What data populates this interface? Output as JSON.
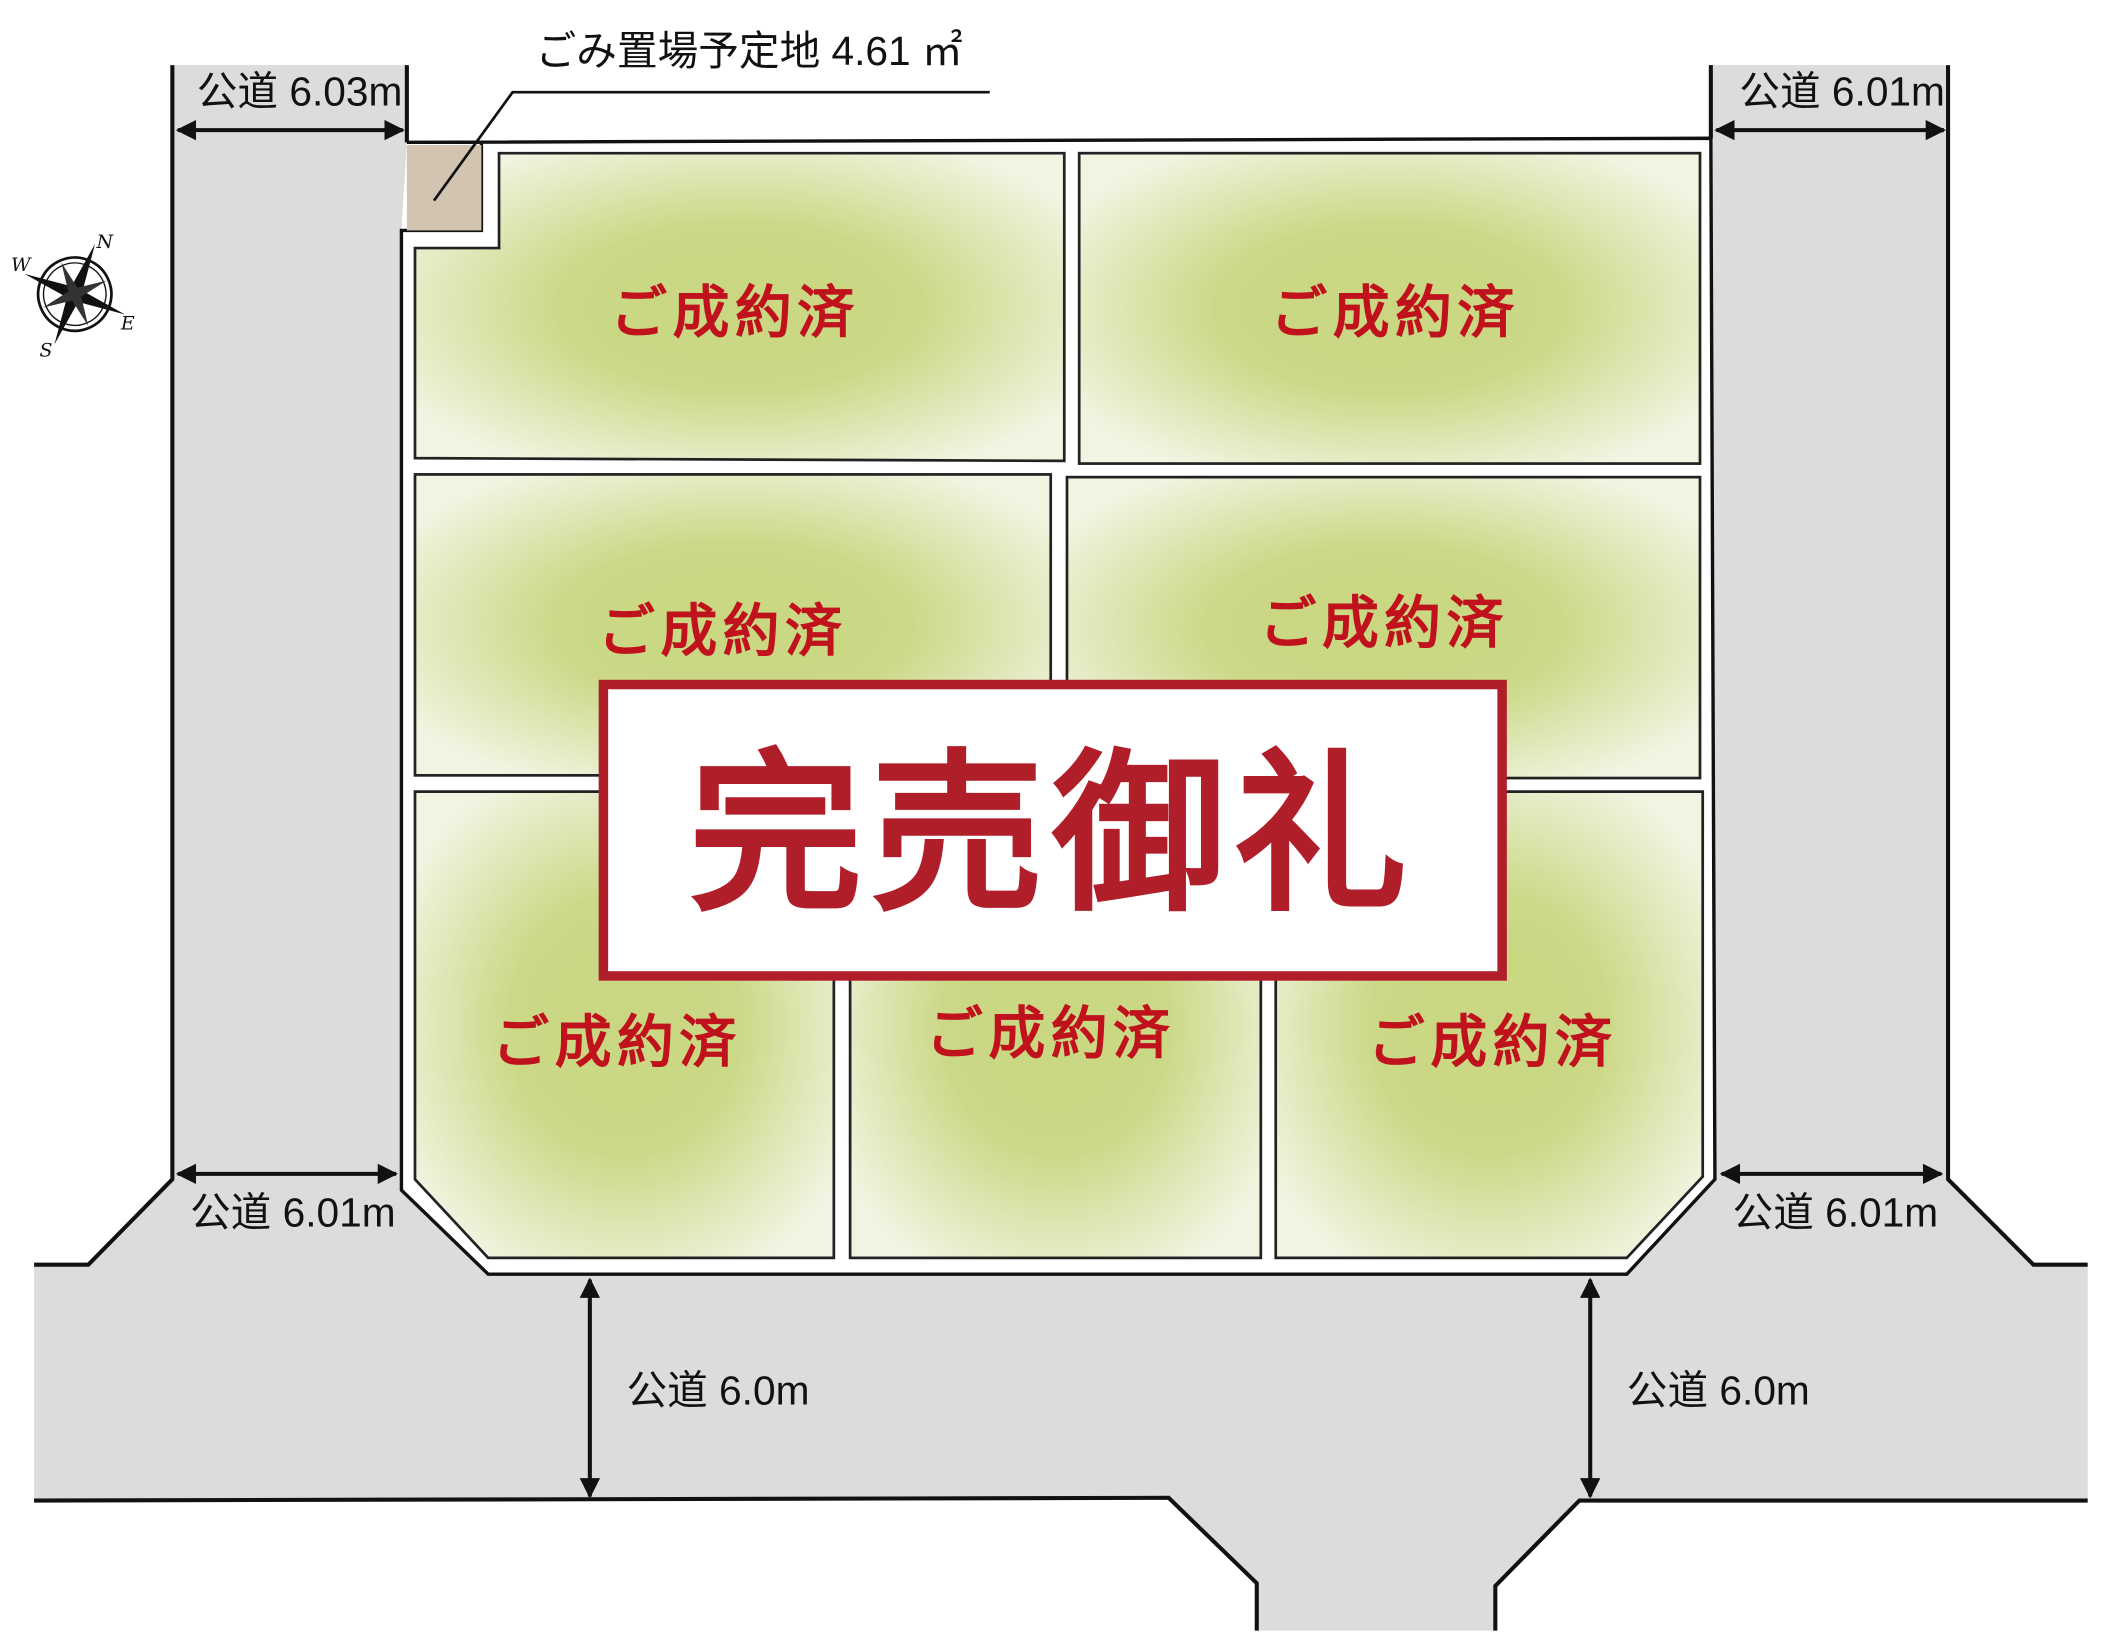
{
  "title_sign": "完売御礼",
  "lot_status": [
    "ご成約済",
    "ご成約済",
    "ご成約済",
    "ご成約済",
    "ご成約済",
    "ご成約済",
    "ご成約済"
  ],
  "garbage_label": "ごみ置場予定地 4.61 ㎡",
  "roads": {
    "top_left": "公道 6.03m",
    "top_right": "公道 6.01m",
    "bottom_left": "公道 6.01m",
    "bottom_right": "公道 6.01m",
    "south_left": "公道 6.0m",
    "south_right": "公道 6.0m"
  },
  "compass": {
    "n": "N",
    "s": "S",
    "e": "E",
    "w": "W"
  },
  "colors": {
    "sold_text": "#c0121d",
    "sign_border": "#b01e2a",
    "lot_center": "#c9d782",
    "lot_edge": "#f1f4e1",
    "road": "#dcdcdc",
    "garbage": "#d3c4b2"
  }
}
